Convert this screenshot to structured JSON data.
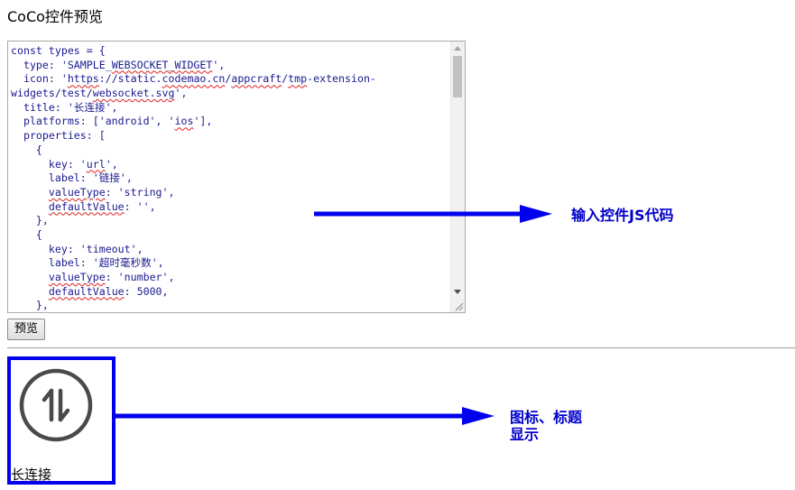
{
  "page": {
    "title": "CoCo控件预览"
  },
  "editor": {
    "lines": [
      [
        {
          "t": "const types = {"
        }
      ],
      [
        {
          "t": "  type: 'SAMPLE_"
        },
        {
          "t": "WEBSOCKET_WIDGET",
          "sq": true
        },
        {
          "t": "',"
        }
      ],
      [
        {
          "t": "  icon: '"
        },
        {
          "t": "https",
          "sq": true
        },
        {
          "t": "://static."
        },
        {
          "t": "codemao.cn",
          "sq": true
        },
        {
          "t": "/"
        },
        {
          "t": "appcraft",
          "sq": true
        },
        {
          "t": "/"
        },
        {
          "t": "tmp",
          "sq": true
        },
        {
          "t": "-extension-"
        }
      ],
      [
        {
          "t": "widgets/test/"
        },
        {
          "t": "websocket.svg",
          "sq": true
        },
        {
          "t": "',"
        }
      ],
      [
        {
          "t": "  title: '长连接',"
        }
      ],
      [
        {
          "t": "  platforms: ['android', '"
        },
        {
          "t": "ios",
          "sq": true
        },
        {
          "t": "'],"
        }
      ],
      [
        {
          "t": "  properties: ["
        }
      ],
      [
        {
          "t": "    {"
        }
      ],
      [
        {
          "t": "      key: '"
        },
        {
          "t": "url",
          "sq": true
        },
        {
          "t": "',"
        }
      ],
      [
        {
          "t": "      label: '链接',"
        }
      ],
      [
        {
          "t": "      "
        },
        {
          "t": "valueType",
          "sq": true
        },
        {
          "t": ": 'string',"
        }
      ],
      [
        {
          "t": "      "
        },
        {
          "t": "defaultValue",
          "sq": true
        },
        {
          "t": ": '',"
        }
      ],
      [
        {
          "t": "    },"
        }
      ],
      [
        {
          "t": "    {"
        }
      ],
      [
        {
          "t": "      key: 'timeout',"
        }
      ],
      [
        {
          "t": "      label: '超时毫秒数',"
        }
      ],
      [
        {
          "t": "      "
        },
        {
          "t": "valueType",
          "sq": true
        },
        {
          "t": ": 'number',"
        }
      ],
      [
        {
          "t": "      "
        },
        {
          "t": "defaultValue",
          "sq": true
        },
        {
          "t": ": 5000,"
        }
      ],
      [
        {
          "t": "    },"
        }
      ]
    ]
  },
  "buttons": {
    "preview_label": "预览"
  },
  "widget": {
    "title": "长连接",
    "icon": "websocket-updown-arrows-icon"
  },
  "annotations": {
    "code_note": "输入控件JS代码",
    "widget_note_line1": "图标、标题",
    "widget_note_line2": "显示"
  },
  "colors": {
    "annotation_blue": "#0000cc",
    "card_border": "#0000ee",
    "code_text": "#1a1a90",
    "icon_stroke": "#4a4a4a"
  }
}
